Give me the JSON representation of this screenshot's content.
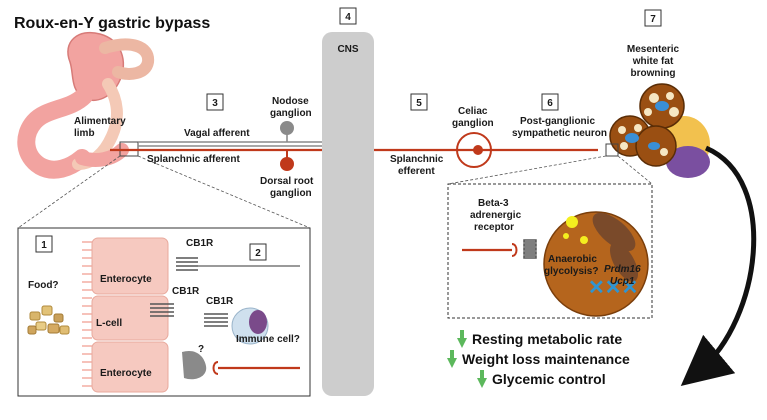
{
  "title": "Roux-en-Y gastric bypass",
  "steps": [
    "1",
    "2",
    "3",
    "4",
    "5",
    "6",
    "7"
  ],
  "labels": {
    "alimentary_limb_1": "Alimentary",
    "alimentary_limb_2": "limb",
    "vagal_afferent": "Vagal afferent",
    "splanchnic_afferent": "Splanchnic afferent",
    "nodose_1": "Nodose",
    "nodose_2": "ganglion",
    "drg_1": "Dorsal root",
    "drg_2": "ganglion",
    "cns": "CNS",
    "celiac_1": "Celiac",
    "celiac_2": "ganglion",
    "splanchnic_efferent_1": "Splanchnic",
    "splanchnic_efferent_2": "efferent",
    "postganglionic_1": "Post-ganglionic",
    "postganglionic_2": "sympathetic neuron",
    "mesenteric_1": "Mesenteric",
    "mesenteric_2": "white fat",
    "mesenteric_3": "browning",
    "food": "Food?",
    "enterocyte_top": "Enterocyte",
    "l_cell": "L-cell",
    "enterocyte_bottom": "Enterocyte",
    "cb1r_a": "CB1R",
    "cb1r_b": "CB1R",
    "cb1r_c": "CB1R",
    "question": "?",
    "immune_cell": "Immune cell?",
    "beta3_1": "Beta-3",
    "beta3_2": "adrenergic",
    "beta3_3": "receptor",
    "anaerobic_1": "Anaerobic",
    "anaerobic_2": "glycolysis?",
    "prdm16": "Prdm16",
    "ucp1": "Ucp1"
  },
  "outcomes": [
    "Resting metabolic rate",
    "Weight loss maintenance",
    "Glycemic control"
  ],
  "colors": {
    "nerve_red": "#c0391b",
    "vagal_gray": "#8a8a8a",
    "cns_gray": "#cdcdcd",
    "enterocyte_pink": "#f6c9c0",
    "stomach_pink": "#f2a3a0",
    "fat_brown": "#b5651d",
    "up_arrow_green": "#5cb85c"
  }
}
